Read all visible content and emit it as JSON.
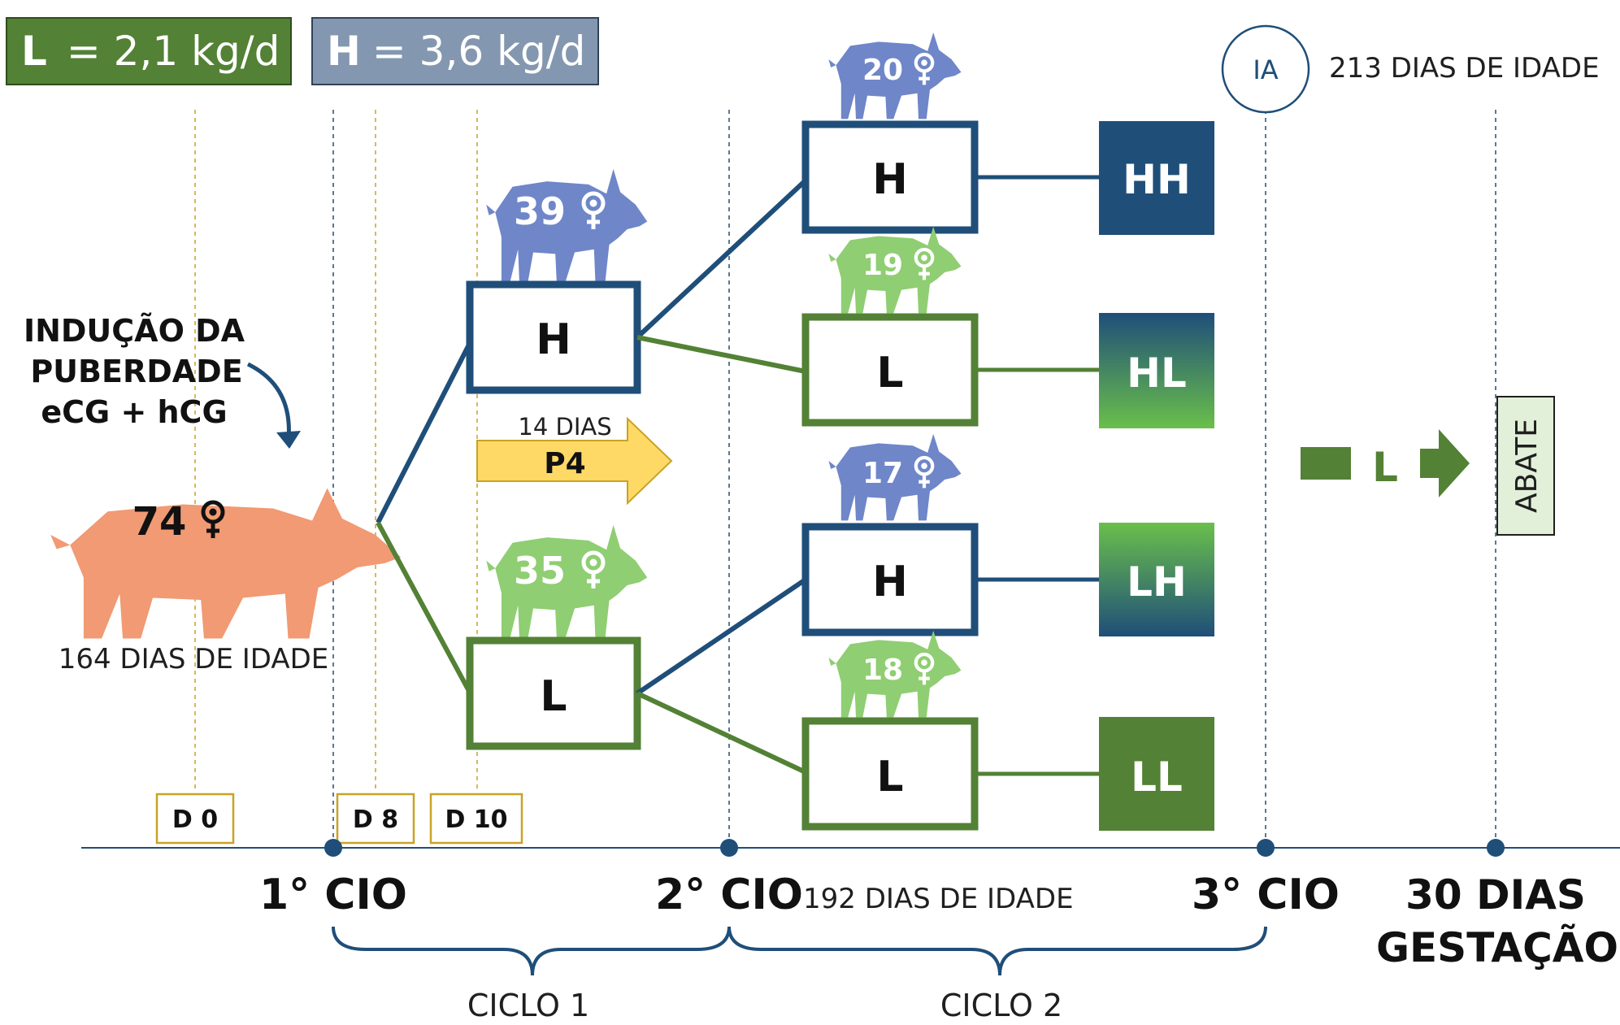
{
  "colors": {
    "green": "#538135",
    "blue": "#1f4e79",
    "blue_header": "#8497b0",
    "pig_blue": "#6f86c9",
    "pig_green": "#8fce72",
    "pig_orange": "#f19a73",
    "gold": "#c9a227",
    "p4_arrow": "#ffd966",
    "abate_bg": "#e2efd9",
    "axis": "#1f4e79"
  },
  "legend": {
    "low_letter": "L",
    "low_rest": " = 2,1 kg/d",
    "high_letter": "H",
    "high_rest": " = 3,6 kg/d"
  },
  "induction": {
    "line1": "INDUÇÃO DA",
    "line2": "PUBERDADE",
    "line3": "eCG + hCG"
  },
  "start": {
    "count": "74",
    "age": "164 DIAS DE IDADE"
  },
  "cycle1": {
    "h_label": "H",
    "h_count": "39",
    "l_label": "L",
    "l_count": "35",
    "p4_days": "14 DIAS",
    "p4_label": "P4"
  },
  "cycle2": {
    "boxes": [
      {
        "label": "H",
        "count": "20",
        "result": "HH"
      },
      {
        "label": "L",
        "count": "19",
        "result": "HL"
      },
      {
        "label": "H",
        "count": "17",
        "result": "LH"
      },
      {
        "label": "L",
        "count": "18",
        "result": "LL"
      }
    ]
  },
  "ia": {
    "label": "IA",
    "age": "213 DIAS DE IDADE"
  },
  "post": {
    "diet": "L",
    "abate": "ABATE"
  },
  "day_markers": [
    "D 0",
    "D 8",
    "D 10"
  ],
  "timeline": {
    "estrus1": "1° CIO",
    "estrus2": "2° CIO",
    "estrus2_age": "192 DIAS DE IDADE",
    "estrus3": "3° CIO",
    "gest_line1": "30 DIAS",
    "gest_line2": "GESTAÇÃO",
    "cycle1_label": "CICLO 1",
    "cycle2_label": "CICLO 2"
  }
}
